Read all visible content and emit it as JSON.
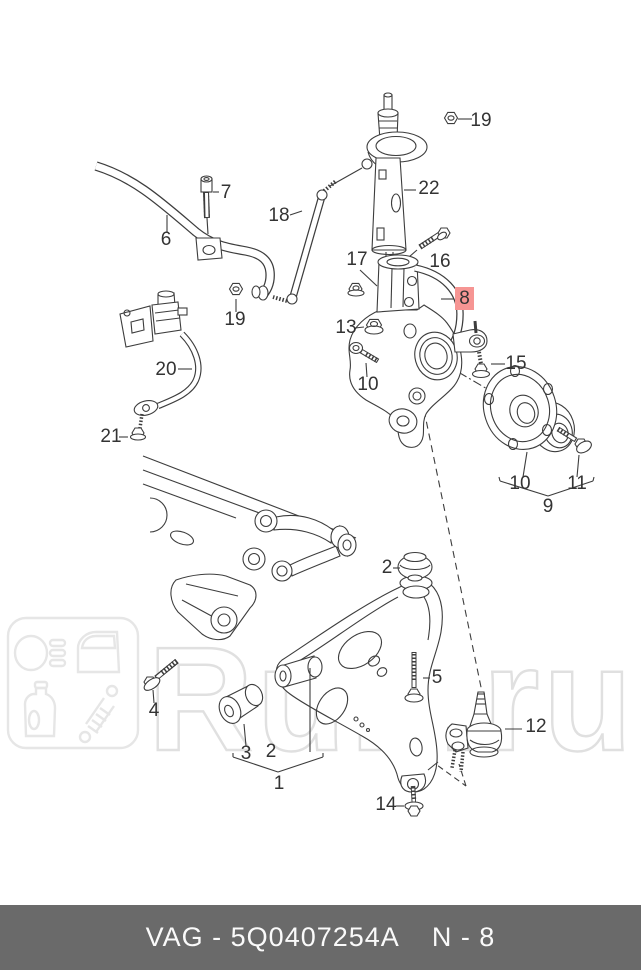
{
  "watermark": {
    "text": "Ruli.ru",
    "color": "#e2e2e2",
    "logo_icons": [
      "headlight-icon",
      "car-door-icon",
      "oil-canister-icon",
      "shock-absorber-icon"
    ]
  },
  "highlight": {
    "background": "#f69593",
    "text_color": "#8c2f2f",
    "highlighted_part": "8"
  },
  "footer": {
    "catalog_code": "VAG - 5Q0407254A",
    "page_ref": "N - 8",
    "background": "#6a6a6a",
    "text_color": "#fafafa"
  },
  "callouts": [
    {
      "id": "19-strut-top-nut",
      "label": "19",
      "highlighted": false
    },
    {
      "id": "22-suspension-strut",
      "label": "22",
      "highlighted": false
    },
    {
      "id": "7-clamp-bolt",
      "label": "7",
      "highlighted": false
    },
    {
      "id": "18-stabilizer-link",
      "label": "18",
      "highlighted": false
    },
    {
      "id": "6-stabilizer-bar",
      "label": "6",
      "highlighted": false
    },
    {
      "id": "17-clamp-nut",
      "label": "17",
      "highlighted": false
    },
    {
      "id": "16-pinch-bolt",
      "label": "16",
      "highlighted": false
    },
    {
      "id": "8-steering-knuckle",
      "label": "8",
      "highlighted": true
    },
    {
      "id": "19-link-nut",
      "label": "19",
      "highlighted": false
    },
    {
      "id": "13-nut",
      "label": "13",
      "highlighted": false
    },
    {
      "id": "10-knuckle-bolt",
      "label": "10",
      "highlighted": false
    },
    {
      "id": "15-bolt",
      "label": "15",
      "highlighted": false
    },
    {
      "id": "20-level-sensor",
      "label": "20",
      "highlighted": false
    },
    {
      "id": "21-sensor-nut",
      "label": "21",
      "highlighted": false
    },
    {
      "id": "10-hub-bolt",
      "label": "10",
      "highlighted": false
    },
    {
      "id": "11-hub-screw",
      "label": "11",
      "highlighted": false
    },
    {
      "id": "9-wheel-hub-group",
      "label": "9",
      "highlighted": false
    },
    {
      "id": "2-rear-bushing",
      "label": "2",
      "highlighted": false
    },
    {
      "id": "5-arm-rear-bolt",
      "label": "5",
      "highlighted": false
    },
    {
      "id": "4-arm-front-bolt",
      "label": "4",
      "highlighted": false
    },
    {
      "id": "3-front-bushing",
      "label": "3",
      "highlighted": false
    },
    {
      "id": "2-bushing-group",
      "label": "2",
      "highlighted": false
    },
    {
      "id": "1-control-arm-group",
      "label": "1",
      "highlighted": false
    },
    {
      "id": "14-balljoint-bolt",
      "label": "14",
      "highlighted": false
    },
    {
      "id": "12-ball-joint",
      "label": "12",
      "highlighted": false
    }
  ]
}
